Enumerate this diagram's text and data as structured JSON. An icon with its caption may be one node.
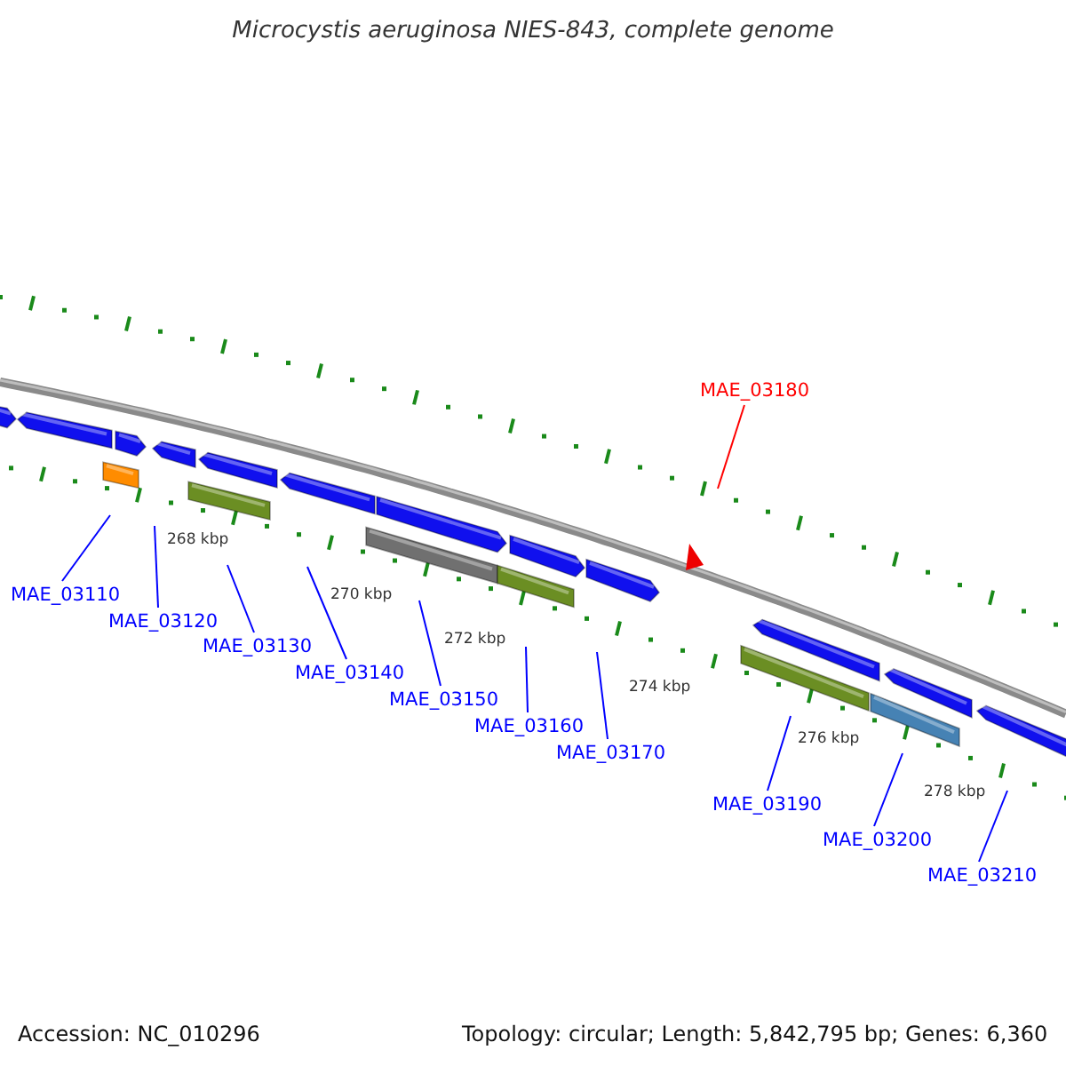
{
  "diagram": {
    "title": "Microcystis aeruginosa NIES-843, complete genome",
    "nodes": [
      {
        "text": [
          "MAE_03110"
        ]
      },
      {
        "text": [
          "MAE_03120"
        ]
      },
      {
        "text": [
          "MAE_03130"
        ]
      },
      {
        "text": [
          "MAE_03140"
        ]
      },
      {
        "text": [
          "MAE_03150"
        ]
      },
      {
        "text": [
          "MAE_03160"
        ]
      },
      {
        "text": [
          "MAE_03170"
        ]
      },
      {
        "text": [
          "MAE_03180"
        ]
      },
      {
        "text": [
          "MAE_03190"
        ]
      },
      {
        "text": [
          "MAE_03200"
        ]
      },
      {
        "text": [
          "MAE_03210"
        ]
      }
    ],
    "edges": [
      {
        "from": 0,
        "to": null,
        "arrow": "none"
      },
      {
        "from": 1,
        "to": null,
        "arrow": "none"
      },
      {
        "from": 2,
        "to": null,
        "arrow": "none"
      },
      {
        "from": 3,
        "to": null,
        "arrow": "none"
      },
      {
        "from": 4,
        "to": null,
        "arrow": "none"
      },
      {
        "from": 5,
        "to": null,
        "arrow": "none"
      },
      {
        "from": 6,
        "to": null,
        "arrow": "none"
      },
      {
        "from": 7,
        "to": null,
        "arrow": "none",
        "color": "#ff0000"
      },
      {
        "from": 8,
        "to": null,
        "arrow": "none"
      },
      {
        "from": 9,
        "to": null,
        "arrow": "none"
      },
      {
        "from": 10,
        "to": null,
        "arrow": "none"
      }
    ],
    "labels": [
      "268 kbp",
      "270 kbp",
      "272 kbp",
      "274 kbp",
      "276 kbp",
      "278 kbp",
      "Accession: NC_010296",
      "Topology: circular; Length: 5,842,795 bp; Genes: 6,360"
    ]
  }
}
